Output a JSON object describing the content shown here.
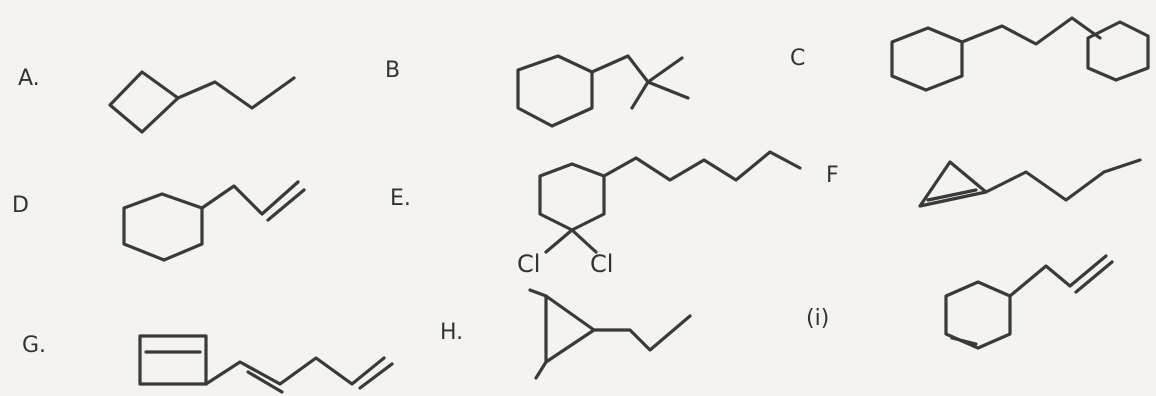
{
  "labels": {
    "a": "A.",
    "b": "B",
    "c": "C",
    "d": "D",
    "e": "E.",
    "f": "F",
    "g": "G.",
    "h": "H.",
    "i": "(i)"
  },
  "substituents": {
    "cl_left": "Cl",
    "cl_right": "Cl"
  },
  "colors": {
    "ink": "#3a3a3a",
    "paper": "#f4f3ef"
  }
}
